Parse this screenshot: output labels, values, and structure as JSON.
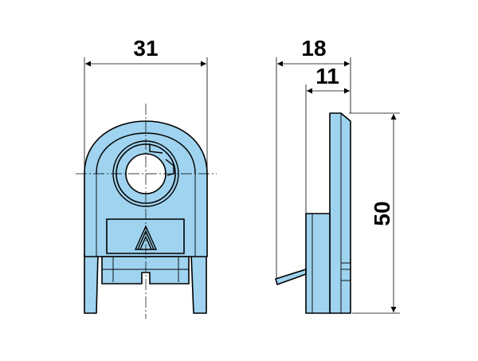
{
  "diagram": {
    "colors": {
      "part_fill": "#9fd3ef",
      "outline": "#000000",
      "background": "#ffffff"
    },
    "dimensions": {
      "width": "31",
      "depth_total": "18",
      "depth_partial": "11",
      "height": "50"
    }
  }
}
